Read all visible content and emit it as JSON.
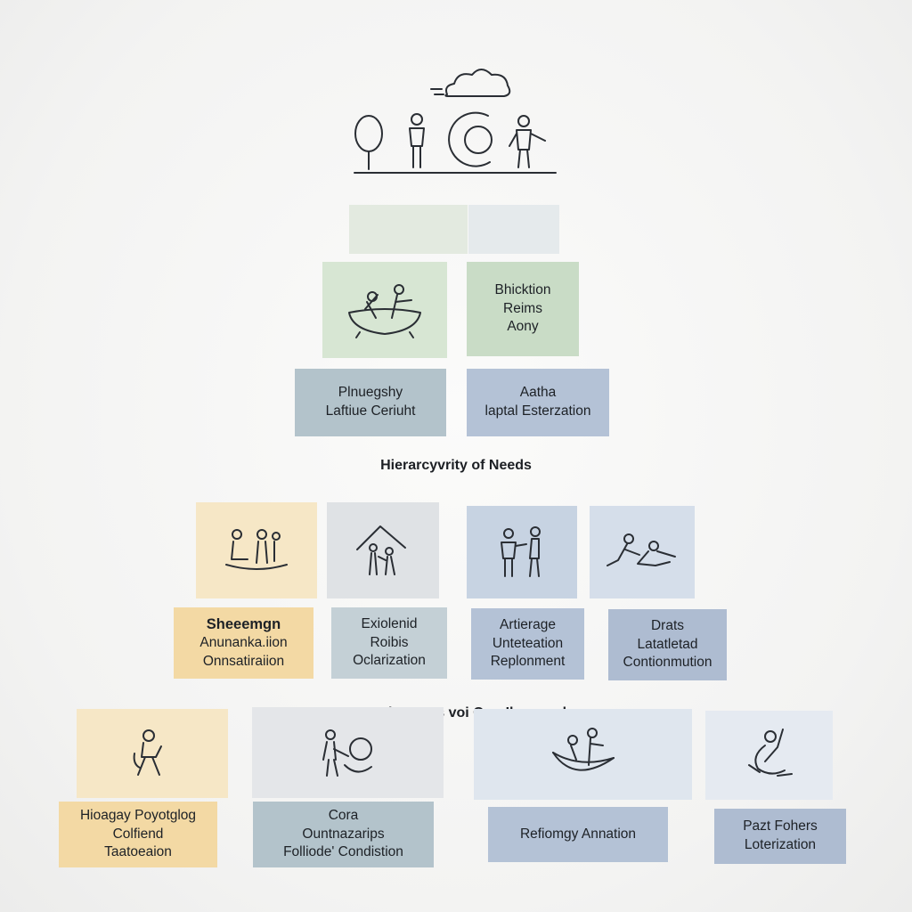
{
  "colors": {
    "green": "#c9dcc6",
    "green_light": "#dbe8d8",
    "slate": "#b3c3cb",
    "blue": "#b4c2d6",
    "yellow": "#f3d9a4",
    "yellow_light": "#f6e7c6",
    "grey": "#d9dce0",
    "blue_light": "#d5deea"
  },
  "headings": {
    "main": "Hierarcyvrity of Needs",
    "secondary": "Duvsare Shatrcyrs voi Qon Iluvensshors"
  },
  "tier_2": {
    "right_label": [
      "Bhicktion",
      "Reims",
      "Aony"
    ]
  },
  "tier_3": {
    "left_label": [
      "Plnuegshy",
      "Laftiue Ceriuht"
    ],
    "right_label": [
      "Aatha",
      "laptal Esterzation"
    ]
  },
  "tier_4": {
    "labels": [
      [
        "Sheeemgn",
        "Anunanka.iion",
        "Onnsatiraiion"
      ],
      [
        "Exiolenid",
        "Roibis",
        "Oclarization"
      ],
      [
        "Artierage",
        "Unteteation",
        "Replonment"
      ],
      [
        "Drats",
        "Latatletad",
        "Contionmution"
      ]
    ]
  },
  "tier_5": {
    "labels": [
      [
        "Hioagay Poyotglog",
        "Colfiend",
        "Taatoeaion"
      ],
      [
        "Cora",
        "Ountnazarips",
        "Folliode' Condistion"
      ],
      [
        "Refiomgy Annation"
      ],
      [
        "Pazt Fohers",
        "Loterization"
      ]
    ]
  },
  "icons": {
    "top": [
      "cloud-icon",
      "mirror-icon",
      "person-icon",
      "orb-icon",
      "person-pointing-icon"
    ],
    "tier_2": "bathtub-people-icon",
    "tier_4": [
      "seated-group-icon",
      "shelter-people-icon",
      "two-people-talking-icon",
      "reclining-people-icon"
    ],
    "tier_5": [
      "person-with-child-icon",
      "caregiver-icon",
      "boat-people-icon",
      "embrace-icon"
    ]
  }
}
